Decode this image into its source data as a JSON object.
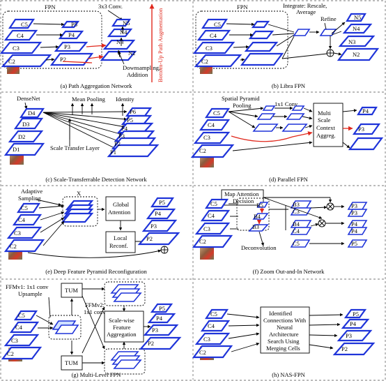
{
  "captions": {
    "a": "(a) Path Aggregation Network",
    "b": "(b) Libra FPN",
    "c": "(c) Scale-Transferrable Detection Network",
    "d": "(d) Parallel FPN",
    "e": "(e) Deep Feature Pyramid Reconfiguration",
    "f": "(f) Zoom Out-and-In Network",
    "g": "(g) Multi-Level FPN",
    "h": "(h) NAS-FPN"
  },
  "panel_a": {
    "fpn": "FPN",
    "conv": "3x3 Conv.",
    "bottom_up": "Bottom-Up Path Augmentation",
    "downsample": "Downsampling,",
    "addition": "Addition",
    "c": [
      "C5",
      "C4",
      "C3",
      "C2"
    ],
    "p": [
      "P5",
      "P4",
      "P3",
      "P2"
    ],
    "n": [
      "N5",
      "N4",
      "N3",
      "N2"
    ]
  },
  "panel_b": {
    "fpn": "FPN",
    "integrate": "Integrate: Rescale,",
    "average": "Average",
    "refine": "Refine",
    "c": [
      "C5",
      "C4",
      "C3",
      "C2"
    ],
    "n": [
      "N5",
      "N4",
      "N3",
      "N2"
    ]
  },
  "panel_c": {
    "densenet": "DenseNet",
    "mean_pooling": "Mean Pooling",
    "identity": "Identity",
    "stl": "Scale Transfer Layer",
    "d": [
      "D4",
      "D3",
      "D2",
      "D1"
    ],
    "p": [
      "P6",
      "P5",
      "P4",
      "P3",
      "P2",
      "P1"
    ]
  },
  "panel_d": {
    "spp1": "Spatial Pyramid",
    "spp2": "Pooling",
    "conv": "1x1 Conv",
    "msca": [
      "Multi",
      "Scale",
      "Context",
      "Aggreg."
    ],
    "c": [
      "C5",
      "C4",
      "C3",
      "C2"
    ],
    "p": [
      "P4",
      "P3"
    ]
  },
  "panel_e": {
    "adaptive1": "Adaptive",
    "adaptive2": "Sampling",
    "x": "X",
    "global1": "Global",
    "global2": "Attention",
    "local1": "Local",
    "local2": "Reconf.",
    "c": [
      "C5",
      "C4",
      "C3",
      "C2"
    ],
    "p": [
      "P5",
      "P4",
      "P3",
      "P2"
    ]
  },
  "panel_f": {
    "map1": "Map Attention",
    "map2": "Decision",
    "deconv": "Deconvolution",
    "c": [
      "C5",
      "C4",
      "C3",
      "C2"
    ],
    "b": [
      "B5",
      "B4",
      "B3"
    ],
    "mid": [
      "B3",
      "C3",
      "B4",
      "C4"
    ],
    "p3": [
      "P3",
      "P3"
    ],
    "p4": [
      "P4",
      "P4"
    ],
    "p5": "P5",
    "c5b": "C5"
  },
  "panel_g": {
    "ffm1a": "FFMv1: 1x1 conv",
    "ffm1b": "Upsample",
    "tum": "TUM",
    "ffm2a": "FFMv2:",
    "ffm2b": "1x1 conv",
    "sfa": [
      "Scale-wise",
      "Feature",
      "Aggregation"
    ],
    "c": [
      "C5",
      "C4",
      "C3",
      "C2"
    ],
    "p": [
      "P5",
      "P4",
      "P3",
      "P2"
    ]
  },
  "panel_h": {
    "box": [
      "Identified",
      "Connections With",
      "Neural",
      "Architecture",
      "Search Using",
      "Merging Cells"
    ],
    "c": [
      "C5",
      "C4",
      "C3",
      "C2"
    ],
    "p": [
      "P5",
      "P4",
      "P3",
      "P2"
    ]
  }
}
